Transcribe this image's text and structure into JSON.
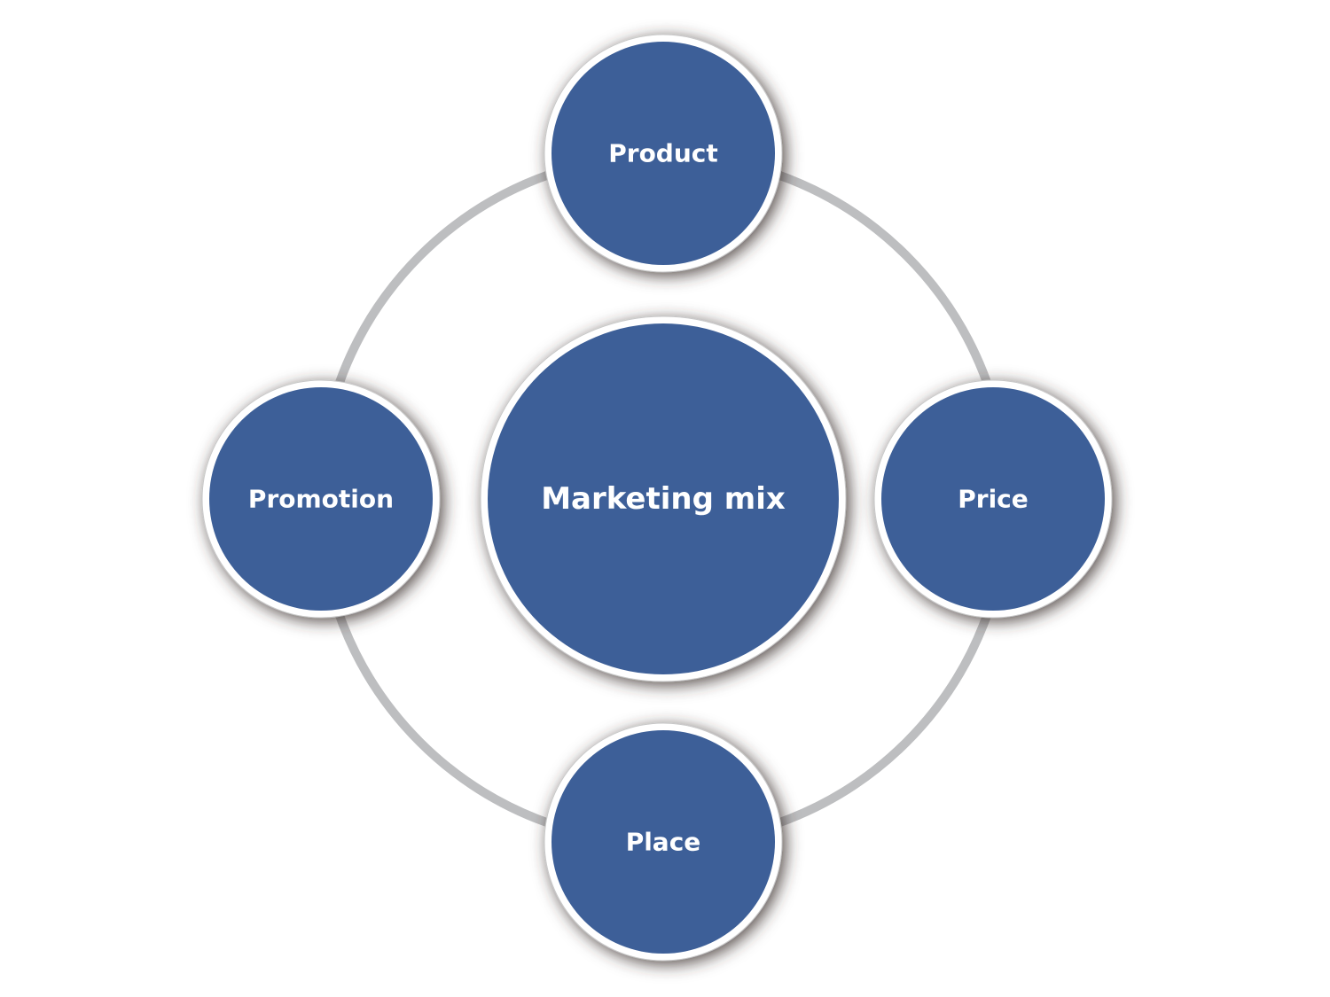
{
  "diagram": {
    "center": {
      "label": "Marketing mix"
    },
    "nodes": [
      {
        "label": "Product"
      },
      {
        "label": "Price"
      },
      {
        "label": "Place"
      },
      {
        "label": "Promotion"
      }
    ],
    "colors": {
      "fill": "#3c5f98",
      "border": "#ffffff",
      "ring": "#bdbec0",
      "shadow": "#3a2f2c"
    }
  }
}
